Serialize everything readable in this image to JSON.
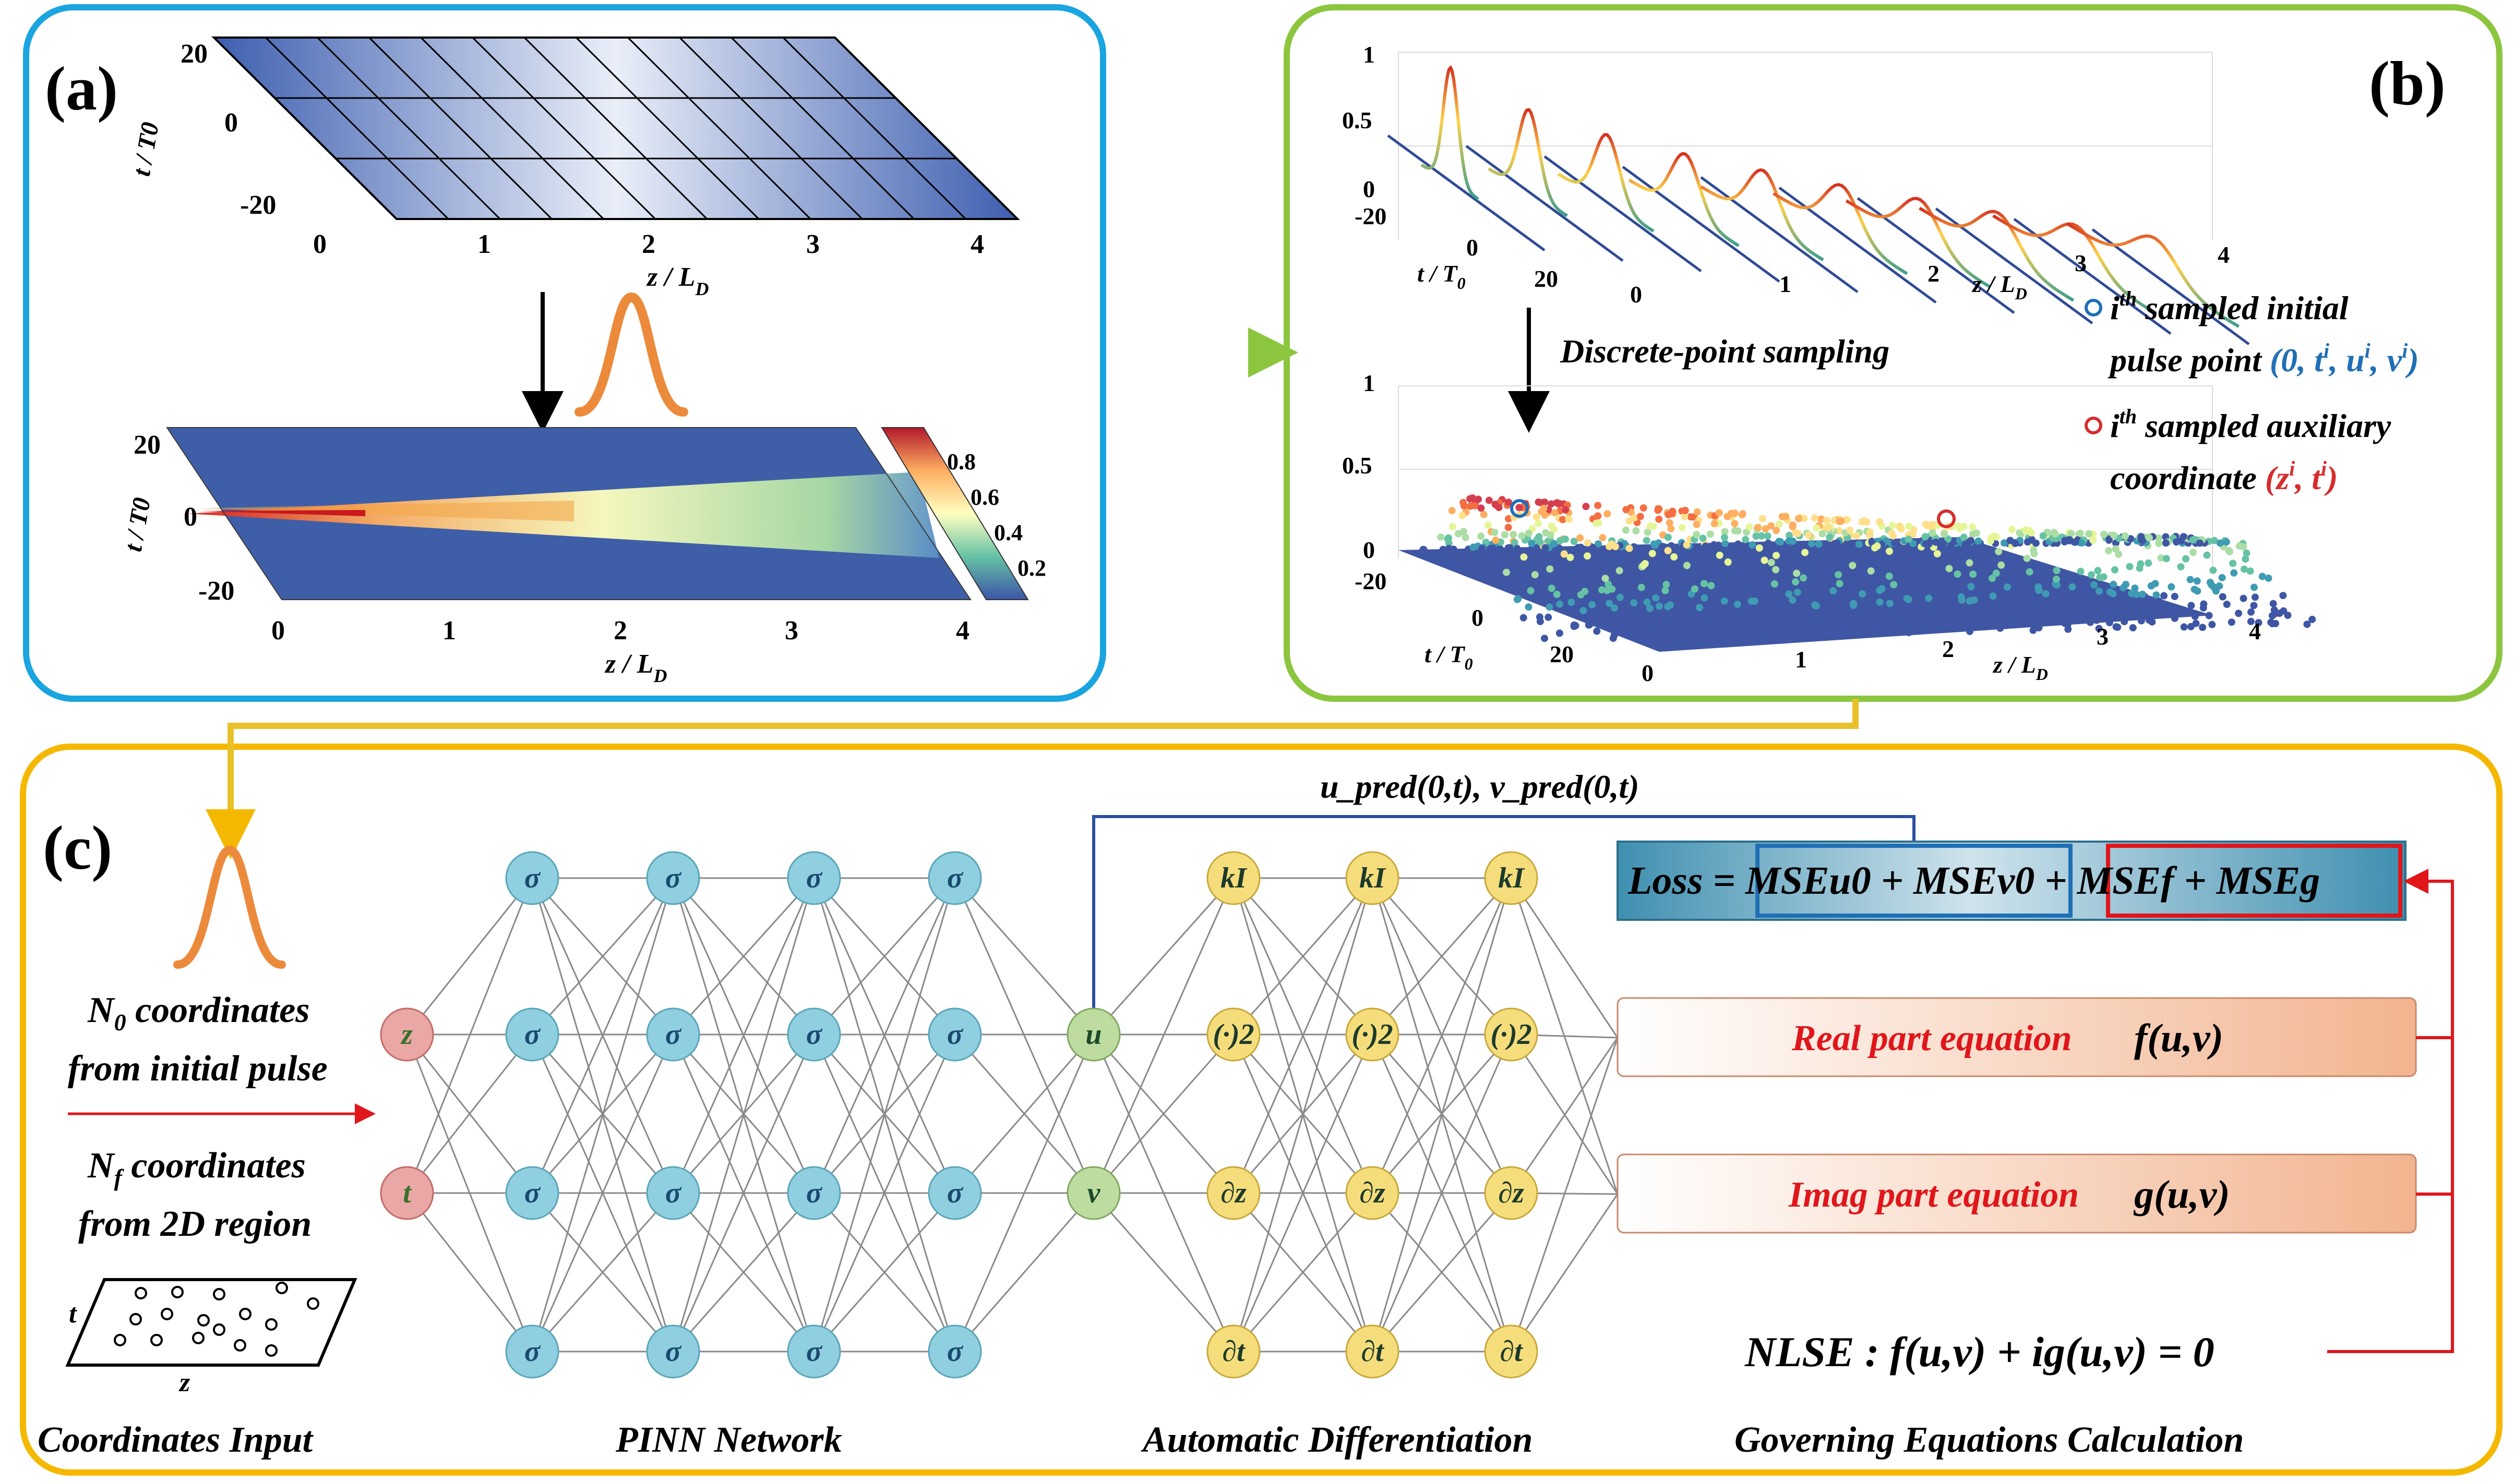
{
  "panels": {
    "a_label": "(a)",
    "b_label": "(b)",
    "c_label": "(c)"
  },
  "panel_a": {
    "top_ylabel": "t / T0",
    "top_yticks": [
      "20",
      "0",
      "-20"
    ],
    "top_xticks": [
      "0",
      "1",
      "2",
      "3",
      "4"
    ],
    "top_xlabel": "z / L",
    "top_xlabel_sub": "D",
    "bottom_ylabel": "t / T0",
    "bottom_yticks": [
      "20",
      "0",
      "-20"
    ],
    "bottom_xticks": [
      "0",
      "1",
      "2",
      "3",
      "4"
    ],
    "bottom_xlabel": "z / L",
    "bottom_xlabel_sub": "D",
    "colorbar_ticks": [
      "0.8",
      "0.6",
      "0.4",
      "0.2"
    ]
  },
  "panel_b": {
    "top_zticks": [
      "1",
      "0.5",
      "0"
    ],
    "top_tticks": [
      "-20",
      "0",
      "20"
    ],
    "top_zaxis_ticks": [
      "0",
      "1",
      "2",
      "3",
      "4"
    ],
    "t_label": "t / T",
    "t_label_sub": "0",
    "z_label": "z / L",
    "z_label_sub": "D",
    "sampling_label": "Discrete-point sampling",
    "bottom_zticks": [
      "1",
      "0.5",
      "0"
    ],
    "bottom_tticks": [
      "-20",
      "0",
      "20"
    ],
    "bottom_zaxis_ticks": [
      "0",
      "1",
      "2",
      "3",
      "4"
    ],
    "legend_blue_line1_pre": "i",
    "legend_blue_line1_sup": "th",
    "legend_blue_line1_rest": " sampled initial",
    "legend_blue_line2": "pulse point ",
    "legend_blue_tuple": "(0, t",
    "legend_blue_tuple_rest": ", u",
    "legend_blue_tuple_v": ", v",
    "legend_blue_tuple_end": ")",
    "legend_sup_i": "i",
    "legend_red_line1_pre": "i",
    "legend_red_line1_sup": "th",
    "legend_red_line1_rest": " sampled auxiliary",
    "legend_red_line2": "coordinate ",
    "legend_red_tuple": "(z",
    "legend_red_tuple_mid": ", t",
    "legend_red_tuple_end": ")",
    "colors": {
      "blue_marker": "#1f6fb5",
      "red_marker": "#d62d2d"
    }
  },
  "panel_c": {
    "inputs": {
      "n0_line1_pre": "N",
      "n0_sub": "0",
      "n0_line1_rest": " coordinates",
      "n0_line2": "from initial pulse",
      "nf_line1_pre": "N",
      "nf_sub": "f",
      "nf_line1_rest": " coordinates",
      "nf_line2": "from 2D region",
      "region_t": "t",
      "region_z": "z",
      "input_nodes": [
        "z",
        "t"
      ]
    },
    "network": {
      "hidden_symbol": "σ",
      "output_nodes": [
        "u",
        "v"
      ]
    },
    "autodiff": {
      "rows": [
        "kI",
        "(·)2",
        "∂z",
        "∂t"
      ]
    },
    "feedback": {
      "pred_label": "u_pred(0,t), v_pred(0,t)"
    },
    "equations": {
      "loss": "Loss = MSEu0 + MSEv0 + MSEf + MSEg",
      "real_label": "Real part equation",
      "real_func": "f(u,v)",
      "imag_label": "Imag part equation",
      "imag_func": "g(u,v)",
      "nlse": "NLSE : f(u,v) + ig(u,v) = 0"
    },
    "captions": {
      "inputs": "Coordinates Input",
      "network": "PINN Network",
      "autodiff": "Automatic Differentiation",
      "equations": "Governing Equations Calculation"
    }
  },
  "colors": {
    "panel_a_border": "#1aa4e0",
    "panel_b_border": "#8cc63f",
    "panel_c_border": "#f5b800",
    "input_node": "#e9a7a5",
    "hidden_node": "#8fcfe0",
    "output_node": "#bfdca0",
    "autodiff_node": "#f6dd7c",
    "red_text": "#e0161b",
    "blue_line": "#2a4fa3"
  }
}
